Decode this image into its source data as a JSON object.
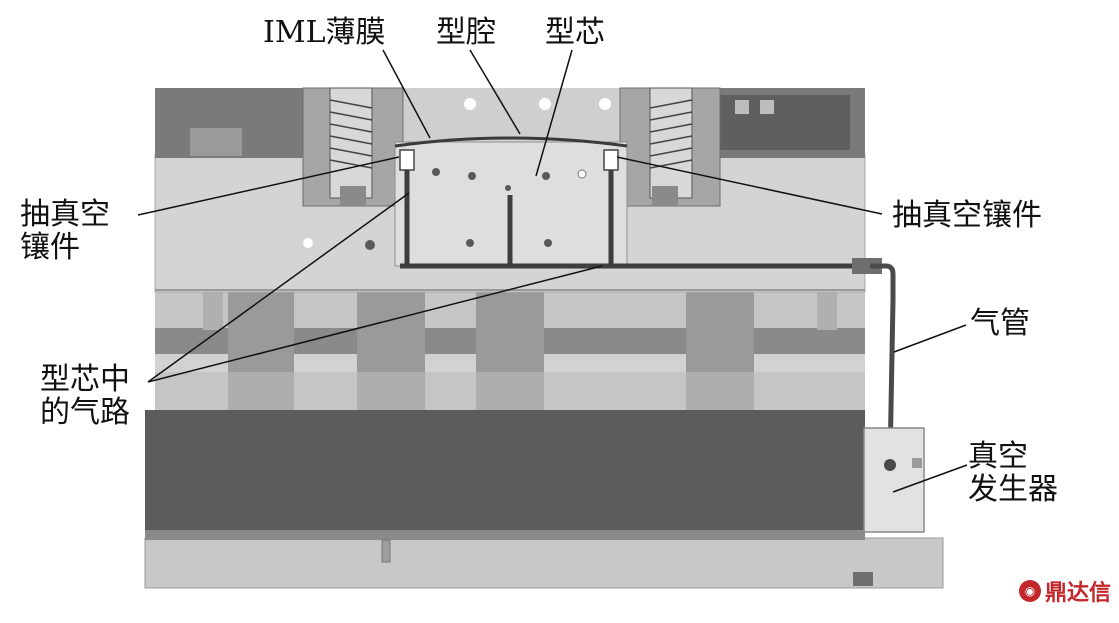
{
  "labels": {
    "iml_film": "IML薄膜",
    "cavity": "型腔",
    "core": "型芯",
    "vacuum_insert_left": [
      "抽真空",
      "镶件"
    ],
    "vacuum_insert_right": "抽真空镶件",
    "air_tube": "气管",
    "core_air_path": [
      "型芯中",
      "的气路"
    ],
    "vacuum_generator": [
      "真空",
      "发生器"
    ]
  },
  "watermark": {
    "text": "鼎达信",
    "color": "#c3272b"
  },
  "colors": {
    "dark_steel": "#5a5a5a",
    "mid_steel": "#8c8c8c",
    "light_steel": "#c4c4c4",
    "pale_steel": "#dcdcdc",
    "air_path": "#3d3d3d",
    "leader": "#111111"
  }
}
